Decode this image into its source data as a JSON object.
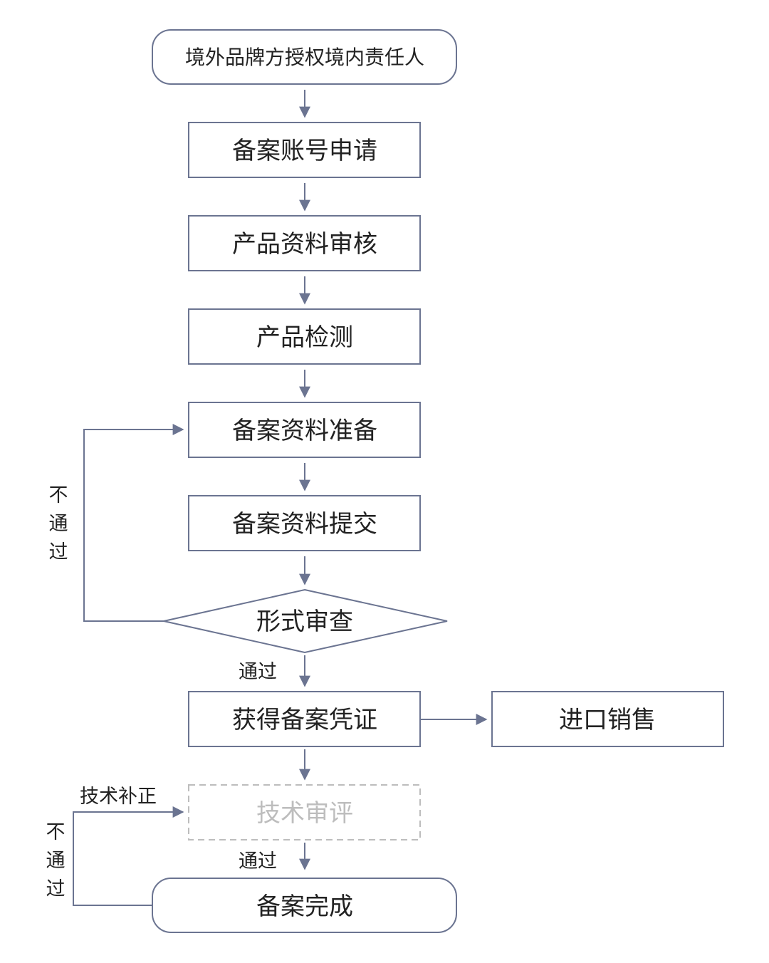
{
  "nodes": {
    "start": "境外品牌方授权境内责任人",
    "account": "备案账号申请",
    "review": "产品资料审核",
    "test": "产品检测",
    "prepare": "备案资料准备",
    "submit": "备案资料提交",
    "formal_review": "形式审查",
    "certificate": "获得备案凭证",
    "import_sales": "进口销售",
    "tech_review": "技术审评",
    "complete": "备案完成"
  },
  "edge_labels": {
    "pass_1": "通过",
    "pass_2": "通过",
    "fail_1": "不通过",
    "fail_2": "不通过",
    "tech_fix": "技术补正"
  },
  "colors": {
    "stroke": "#6b7491",
    "dashed": "#bdbdbd",
    "text": "#222222",
    "muted_text": "#bdbdbd"
  }
}
